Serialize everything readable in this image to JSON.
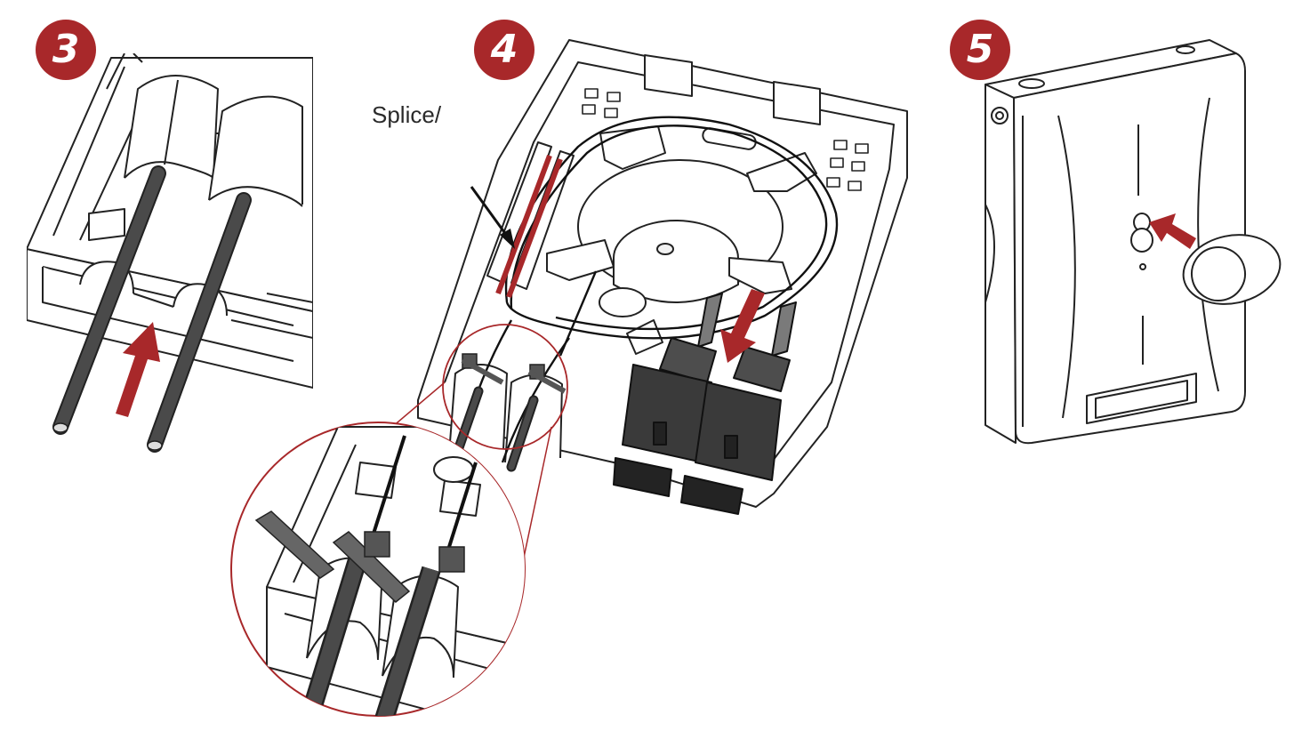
{
  "steps": [
    {
      "number": "3"
    },
    {
      "number": "4"
    },
    {
      "number": "5"
    }
  ],
  "callout_label": "Splice/",
  "colors": {
    "accent_red": "#a8282a",
    "line": "#222222",
    "cable": "#4a4a4a",
    "connector": "#3a3a3a",
    "connector_dark": "#232323",
    "fill": "#ffffff"
  },
  "icons": [
    "insertion-arrow-icon",
    "downward-arrow-icon",
    "screw-pointer-arrow-icon",
    "callout-arrow-icon"
  ]
}
